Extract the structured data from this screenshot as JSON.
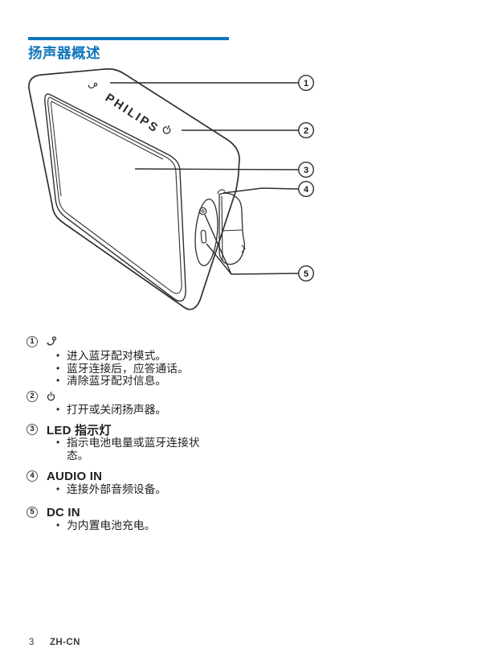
{
  "page": {
    "background": "#ffffff",
    "accent_blue": "#0f76bc",
    "line_art_color": "#2f2f31",
    "footer": {
      "page_number": "3",
      "locale_code": "ZH-CN"
    }
  },
  "header": {
    "title": "扬声器概述"
  },
  "diagram": {
    "brand_label": "PHILIPS",
    "callouts": [
      "1",
      "2",
      "3",
      "4",
      "5"
    ]
  },
  "legend": {
    "bullet_char": "•",
    "items": [
      {
        "num": "1",
        "icon": "call-button-icon",
        "title": "",
        "bullets": [
          "进入蓝牙配对模式。",
          "蓝牙连接后，应答通话。",
          "清除蓝牙配对信息。"
        ]
      },
      {
        "num": "2",
        "icon": "power-icon",
        "title": "",
        "bullets": [
          "打开或关闭扬声器。"
        ]
      },
      {
        "num": "3",
        "icon": "",
        "title": "LED 指示灯",
        "bullets": [
          "指示电池电量或蓝牙连接状态。"
        ]
      },
      {
        "num": "4",
        "icon": "",
        "title": "AUDIO IN",
        "bullets": [
          "连接外部音频设备。"
        ]
      },
      {
        "num": "5",
        "icon": "",
        "title": "DC IN",
        "bullets": [
          "为内置电池充电。"
        ]
      }
    ]
  }
}
